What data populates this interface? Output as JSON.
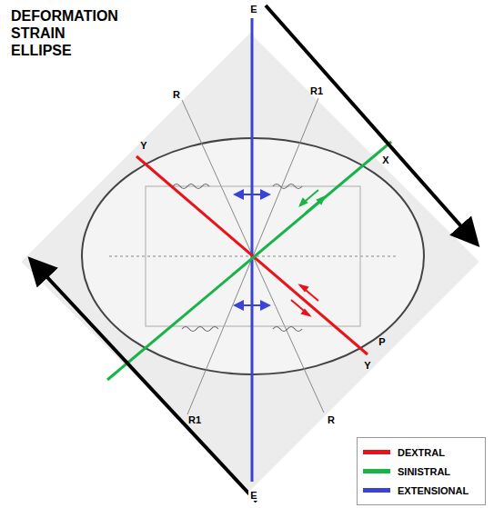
{
  "diagram": {
    "title": "DEFORMATION STRAIN ELLIPSE",
    "labels": [
      "E",
      "E",
      "Y",
      "Y",
      "X",
      "R",
      "R",
      "R1",
      "R1",
      "P"
    ],
    "legend": [
      {
        "text": "DEXTRAL",
        "color": "#e8141b"
      },
      {
        "text": "SINISTRAL",
        "color": "#1ab34a"
      },
      {
        "text": "EXTENSIONAL",
        "color": "#3a43d6"
      }
    ]
  }
}
